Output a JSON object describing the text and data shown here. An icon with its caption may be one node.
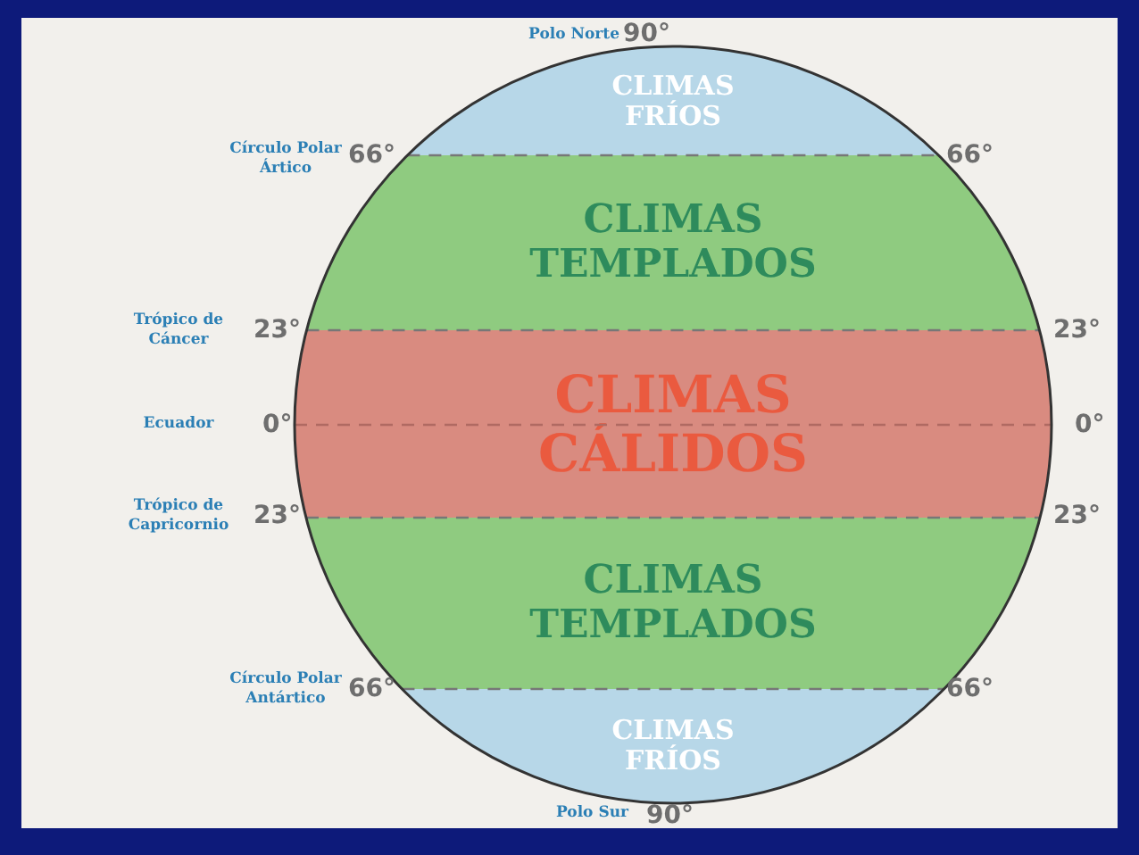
{
  "diagram": {
    "nodes": [
      {
        "text": [
          "CLIMAS FRÍOS"
        ]
      },
      {
        "text": [
          "CLIMAS TEMPLADOS"
        ]
      },
      {
        "text": [
          "CLIMAS CÁLIDOS"
        ]
      },
      {
        "text": [
          "CLIMAS TEMPLADOS"
        ]
      },
      {
        "text": [
          "CLIMAS FRÍOS"
        ]
      }
    ],
    "labels": [
      "Polo Norte",
      "90°",
      "Círculo Polar Ártico",
      "66°",
      "66°",
      "Trópico de Cáncer",
      "23°",
      "23°",
      "Ecuador",
      "0°",
      "0°",
      "Trópico de Capricornio",
      "23°",
      "23°",
      "Círculo Polar Antártico",
      "66°",
      "66°",
      "Polo Sur",
      "90°"
    ]
  }
}
